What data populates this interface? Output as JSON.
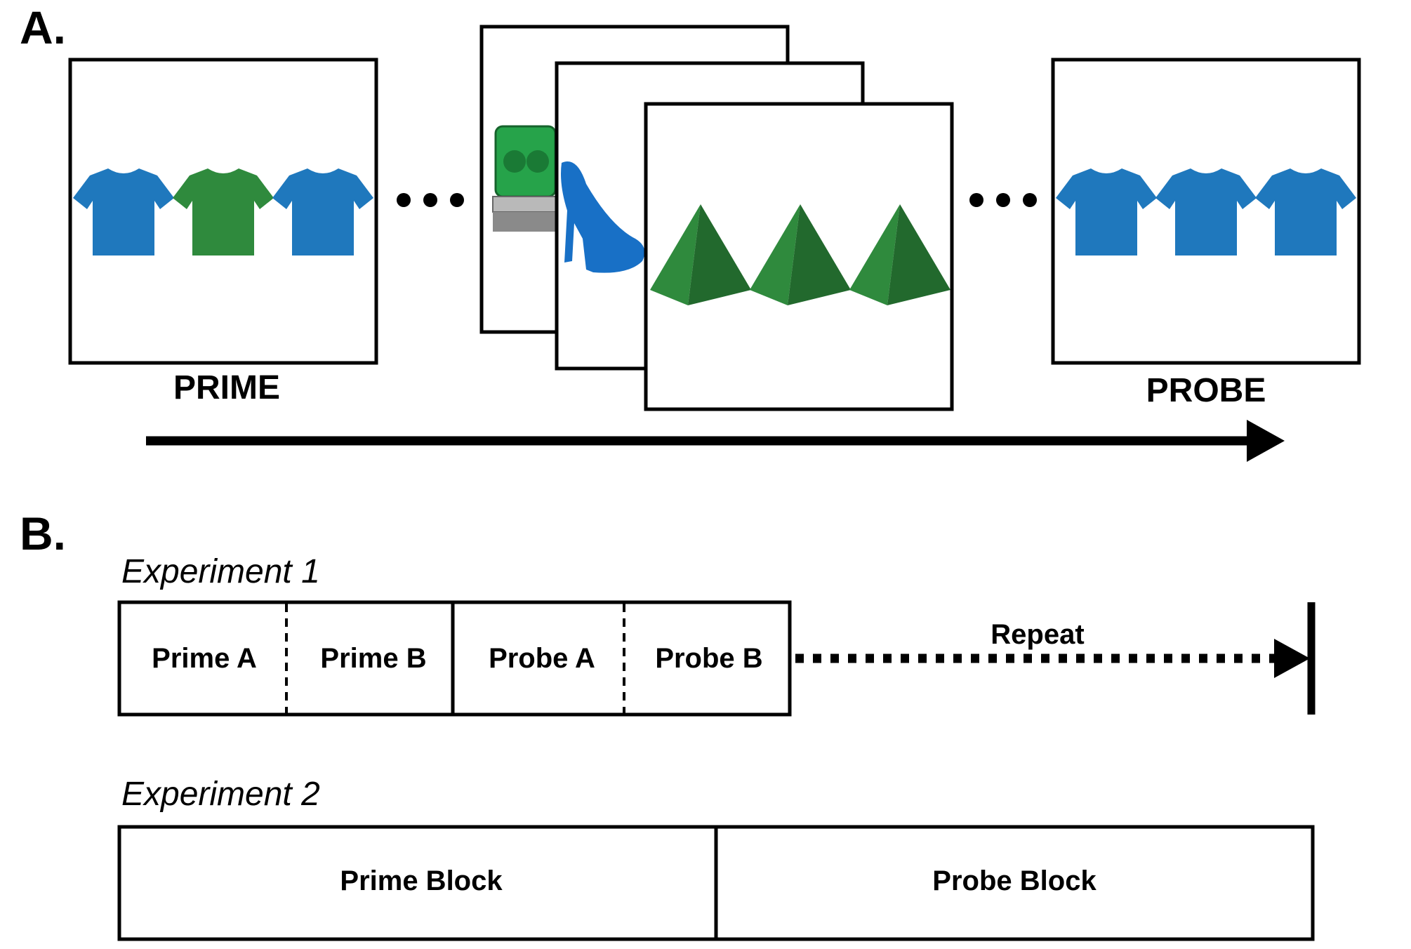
{
  "panel_a": {
    "label": "A.",
    "prime_label": "PRIME",
    "probe_label": "PROBE",
    "ellipsis_icon": "ellipsis-dots",
    "arrow_icon": "arrow-right",
    "colors": {
      "blue_shirt": "#1f78bd",
      "green_shirt": "#2f8a3d",
      "pyramid_green": "#2f8a3d",
      "shoe_blue": "#1870c6",
      "beacon_green": "#26a34a",
      "stroke": "#000000"
    },
    "prime_items": [
      "blue-tshirt",
      "green-tshirt",
      "blue-tshirt"
    ],
    "probe_items": [
      "blue-tshirt",
      "blue-tshirt",
      "blue-tshirt"
    ],
    "filler_items": [
      "green-beacon-light",
      "blue-high-heel-shoe",
      "green-pyramids"
    ]
  },
  "panel_b": {
    "label": "B.",
    "experiment1": {
      "title": "Experiment 1",
      "segments": [
        "Prime A",
        "Prime B",
        "Probe A",
        "Probe B"
      ],
      "repeat_label": "Repeat"
    },
    "experiment2": {
      "title": "Experiment 2",
      "segments": [
        "Prime Block",
        "Probe Block"
      ]
    }
  }
}
